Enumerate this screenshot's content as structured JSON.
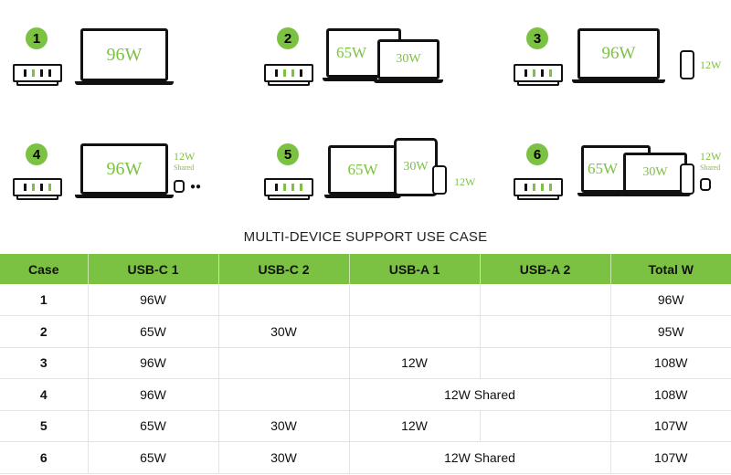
{
  "panels": [
    {
      "number": "1",
      "laptop_main": "96W"
    },
    {
      "number": "2",
      "laptop_back": "65W",
      "laptop_front": "30W"
    },
    {
      "number": "3",
      "laptop_main": "96W",
      "side_label": "12W"
    },
    {
      "number": "4",
      "laptop_main": "96W",
      "side_label": "12W",
      "side_sub": "Shared"
    },
    {
      "number": "5",
      "laptop_back": "65W",
      "tablet": "30W",
      "side_label": "12W"
    },
    {
      "number": "6",
      "laptop_back": "65W",
      "laptop_front": "30W",
      "side_label": "12W",
      "side_sub": "Shared"
    }
  ],
  "table": {
    "title": "MULTI-DEVICE SUPPORT USE CASE",
    "headers": [
      "Case",
      "USB-C 1",
      "USB-C 2",
      "USB-A 1",
      "USB-A 2",
      "Total W"
    ],
    "rows": [
      {
        "case": "1",
        "usbc1": "96W",
        "usbc2": "",
        "usba1": "",
        "usba2": "",
        "total": "96W"
      },
      {
        "case": "2",
        "usbc1": "65W",
        "usbc2": "30W",
        "usba1": "",
        "usba2": "",
        "total": "95W"
      },
      {
        "case": "3",
        "usbc1": "96W",
        "usbc2": "",
        "usba1": "12W",
        "usba2": "",
        "total": "108W"
      },
      {
        "case": "4",
        "usbc1": "96W",
        "usbc2": "",
        "shared": "12W Shared",
        "total": "108W"
      },
      {
        "case": "5",
        "usbc1": "65W",
        "usbc2": "30W",
        "usba1": "12W",
        "usba2": "",
        "total": "107W"
      },
      {
        "case": "6",
        "usbc1": "65W",
        "usbc2": "30W",
        "shared": "12W Shared",
        "total": "107W"
      }
    ]
  },
  "colors": {
    "accent": "#7cc242",
    "outline": "#111111"
  }
}
